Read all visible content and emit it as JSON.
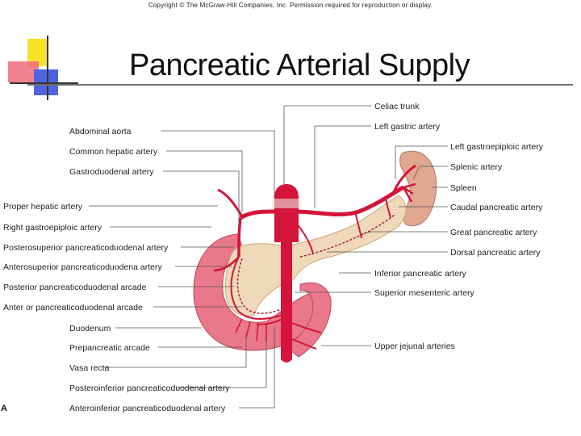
{
  "header": {
    "copyright": "Copyright © The McGraw-Hill Companies, Inc. Permission required for reproduction or display.",
    "title": "Pancreatic Arterial Supply"
  },
  "colors": {
    "artery": "#d4143a",
    "pancreas": "#efd9b8",
    "duodenum": "#e9788a",
    "spleen": "#e0a890",
    "leader": "#555555"
  },
  "figure": {
    "panel_letter": "A",
    "labels_left": [
      "Abdominal aorta",
      "Common hepatic artery",
      "Gastroduodenal artery",
      "Proper hepatic artery",
      "Right gastroepiploic artery",
      "Posterosuperior pancreaticoduodenal artery",
      "Anterosuperior pancreaticoduodena artery",
      "Posterior pancreaticoduodenal arcade",
      "Anter or pancreaticoduodenal arcade",
      "Duodenum",
      "Prepancreatic arcade",
      "Vasa recta",
      "Posteroinferior pancreaticoduodenal artery",
      "Anteroinferior pancreaticoduodenal artery"
    ],
    "labels_right": [
      "Celiac trunk",
      "Left gastric artery",
      "Left gastroepiploic artery",
      "Splenic artery",
      "Spleen",
      "Caudal pancreatic artery",
      "Great pancreatic artery",
      "Dorsal pancreatic artery",
      "Inferior pancreatic artery",
      "Superior mesenteric artery",
      "Upper jejunal arteries"
    ]
  }
}
